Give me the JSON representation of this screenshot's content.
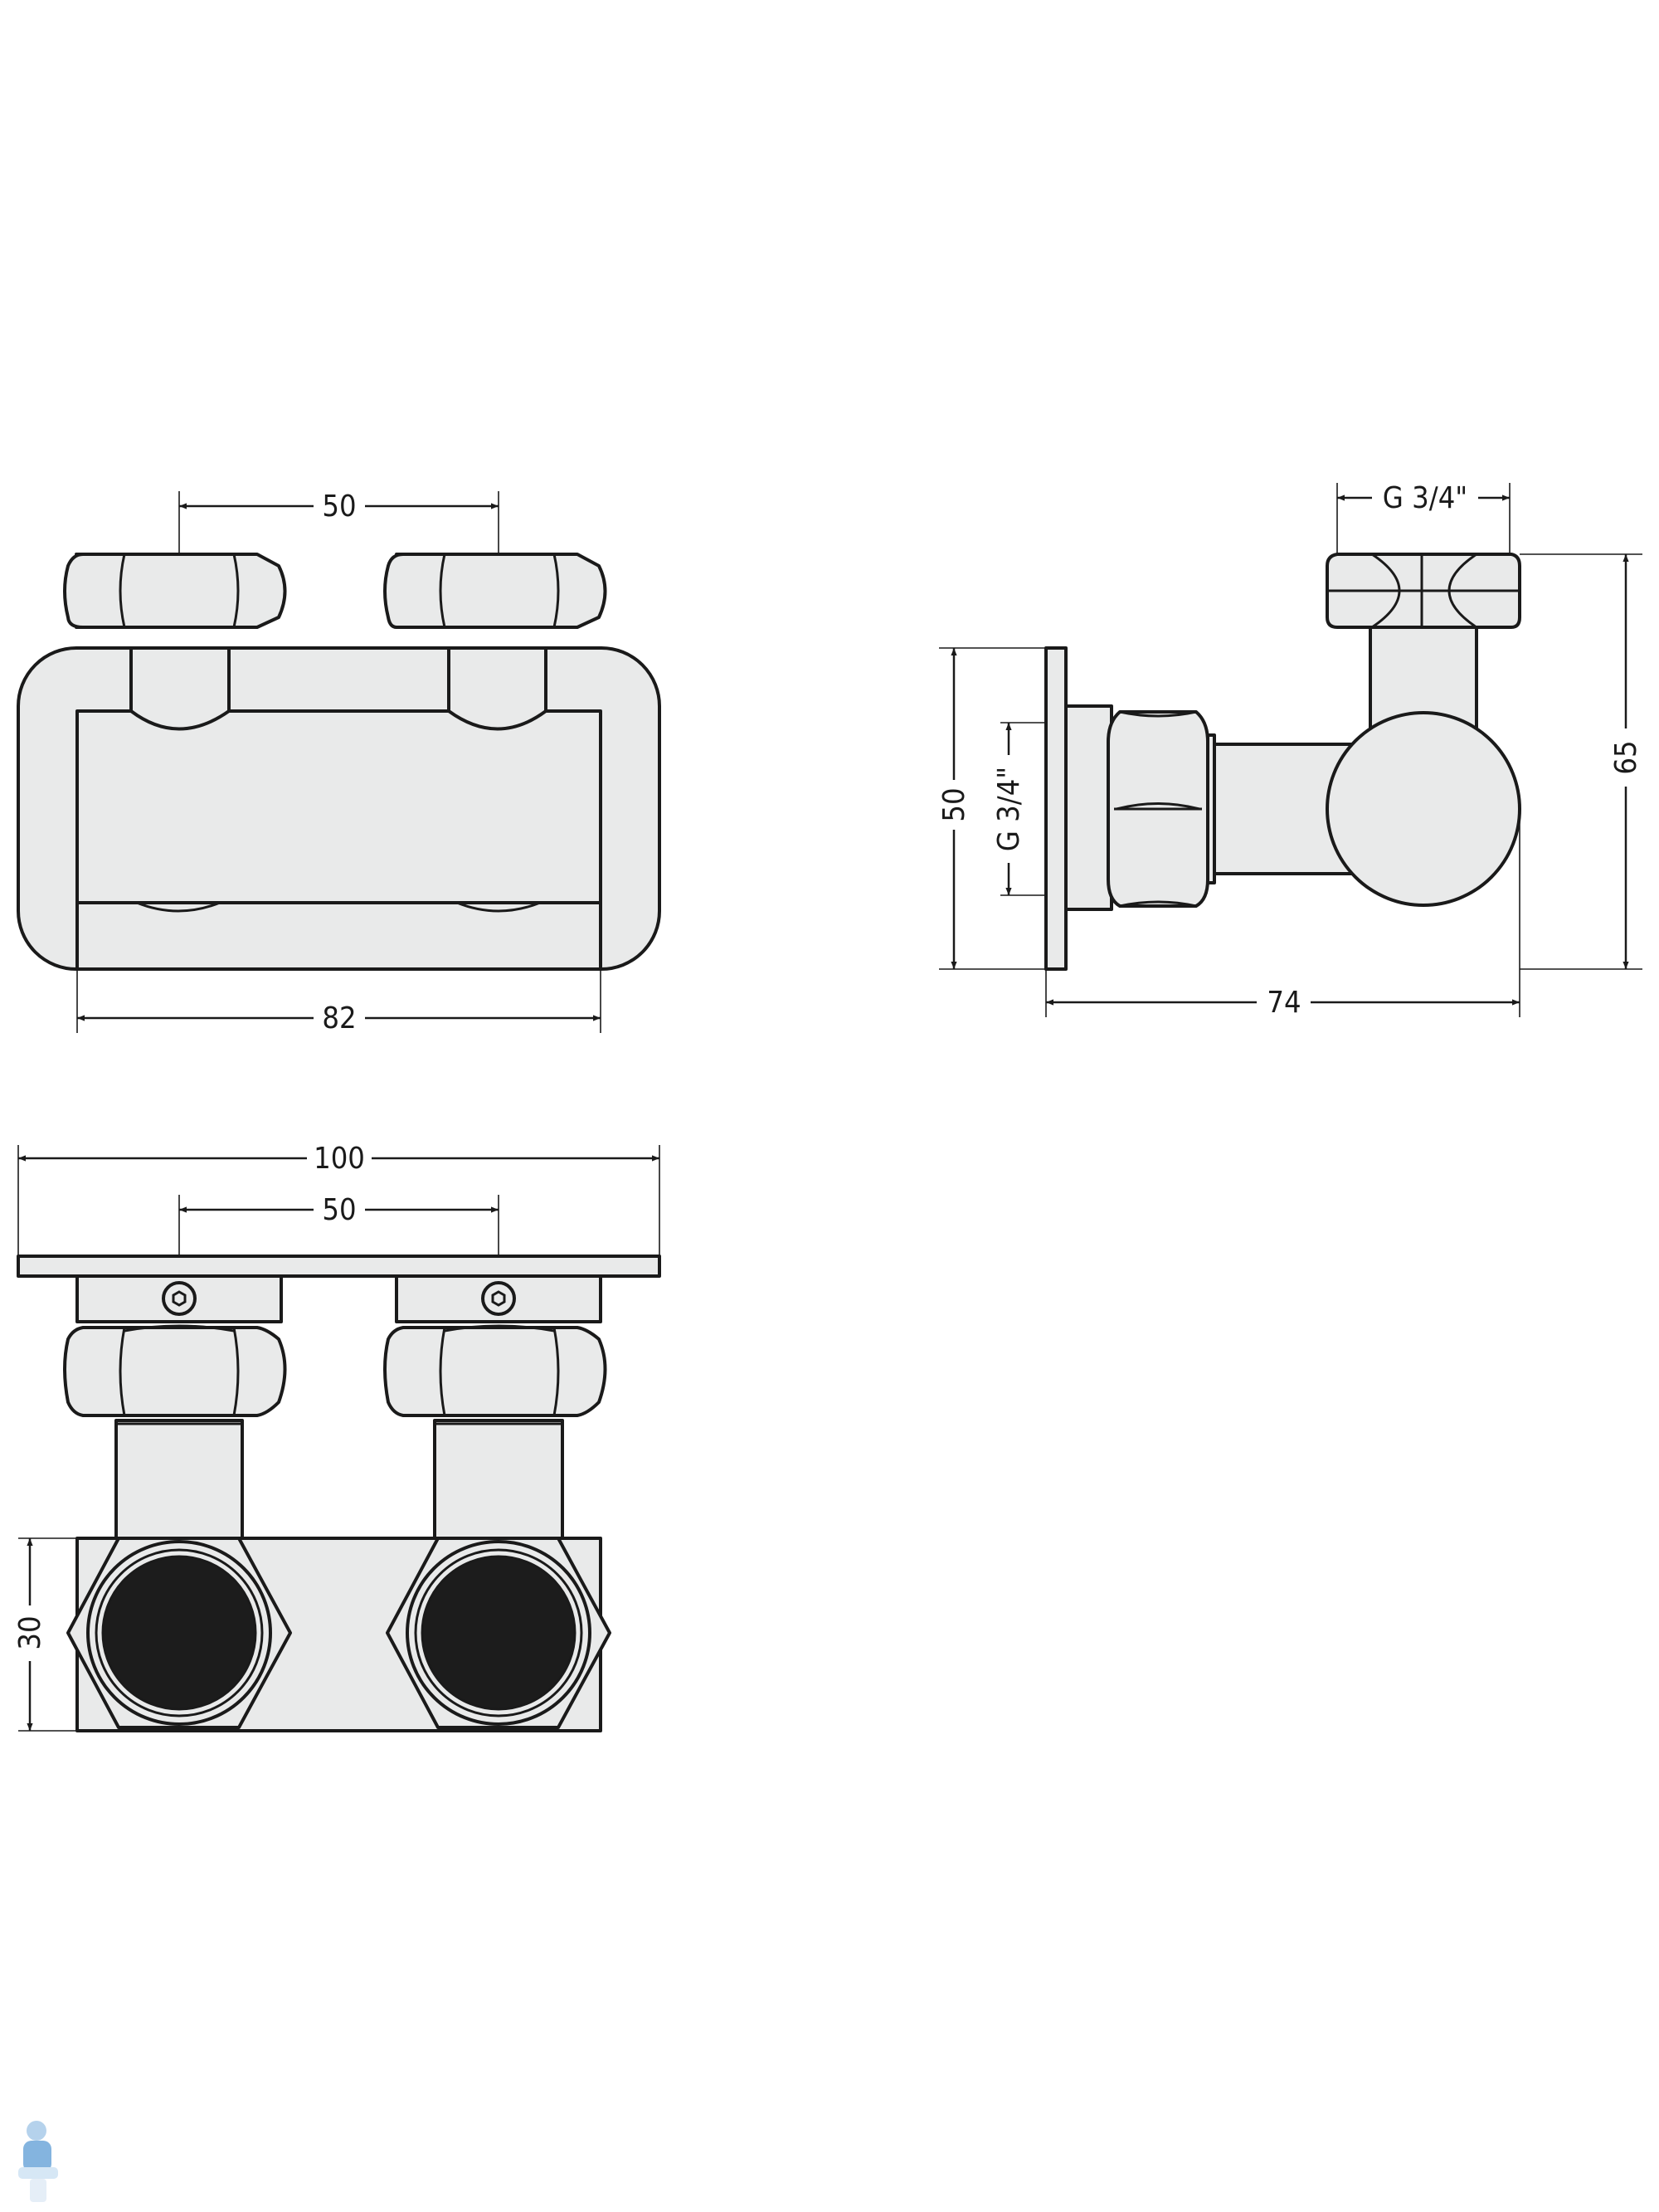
{
  "top_view": {
    "dim_spacing": "50",
    "dim_width": "82"
  },
  "side_view": {
    "dim_thread_top": "G 3/4\"",
    "dim_thread_side": "G 3/4\"",
    "dim_plate_height": "50",
    "dim_total_height": "65",
    "dim_depth": "74"
  },
  "front_view": {
    "dim_plate_width": "100",
    "dim_spacing": "50",
    "dim_body_height": "30"
  },
  "colors": {
    "fill": "#e9eaea",
    "stroke": "#1a1a1a",
    "port": "#1c1c1c"
  },
  "icons": {
    "corner_logo": "plumber-mascot-icon"
  }
}
